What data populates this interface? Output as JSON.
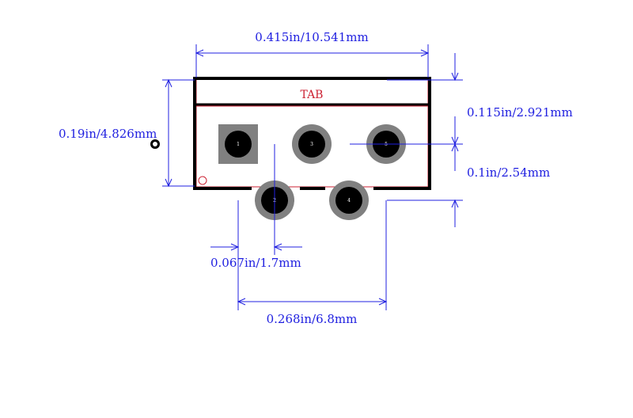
{
  "colors": {
    "dimension": "#2020e0",
    "outline": "#000000",
    "silkscreen": "#cc2233",
    "pad_ring": "#808080",
    "pad_core": "#000000",
    "background": "#ffffff"
  },
  "labels": {
    "tab": "TAB",
    "overall_width": "0.415in/10.541mm",
    "height": "0.19in/4.826mm",
    "top_offset": "0.115in/2.921mm",
    "row_offset": "0.1in/2.54mm",
    "pad_offset": "0.067in/1.7mm",
    "pad_span": "0.268in/6.8mm"
  },
  "pads": [
    {
      "number": "1",
      "shape": "square"
    },
    {
      "number": "2",
      "shape": "round"
    },
    {
      "number": "3",
      "shape": "round"
    },
    {
      "number": "4",
      "shape": "round"
    },
    {
      "number": "5",
      "shape": "round"
    }
  ],
  "markers": {
    "pin1_indicator": "round-target",
    "silk_pin1_dot": "circle"
  }
}
